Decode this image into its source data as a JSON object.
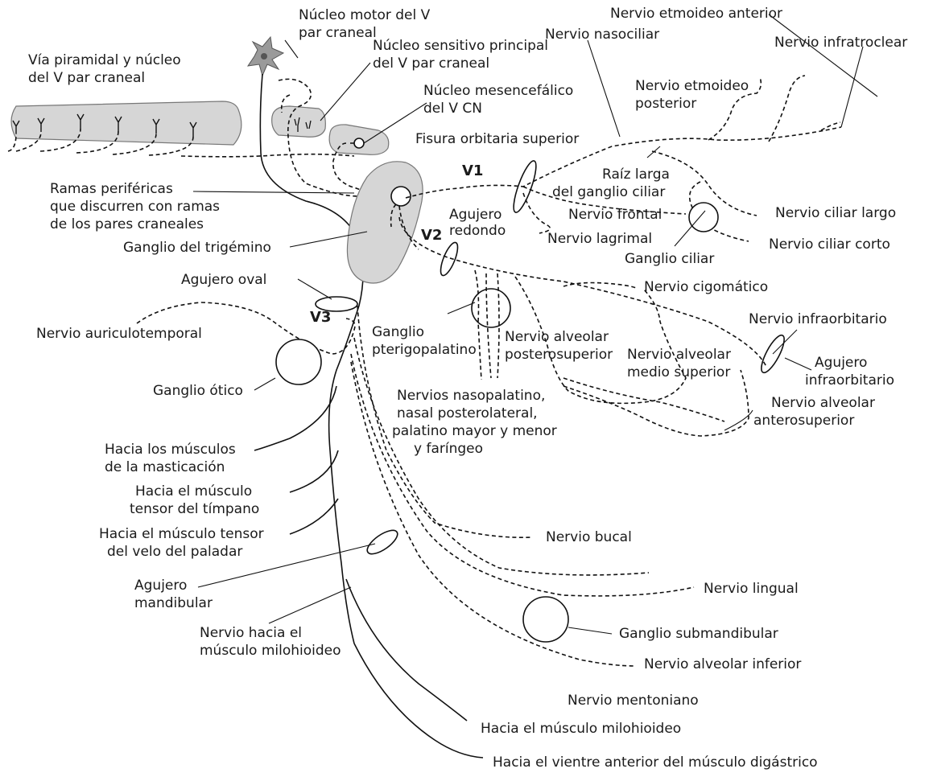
{
  "labels": {
    "nucleo_motor": [
      "Núcleo motor del V",
      "par craneal"
    ],
    "via_piramidal": [
      "Vía piramidal y núcleo",
      "del V par craneal"
    ],
    "nucleo_sensitivo": [
      "Núcleo sensitivo principal",
      "del V par craneal"
    ],
    "nucleo_mesencefalico": [
      "Núcleo mesencefálico",
      "del V CN"
    ],
    "nervio_etmoideo_anterior": "Nervio etmoideo anterior",
    "nervio_nasociliar": "Nervio nasociliar",
    "nervio_infratroclear": "Nervio infratroclear",
    "nervio_etmoideo_posterior": [
      "Nervio etmoideo",
      "posterior"
    ],
    "fisura_orbitaria": "Fisura orbitaria superior",
    "v1": "V1",
    "v2": "V2",
    "v3": "V3",
    "raiz_larga": [
      "Raíz larga",
      "del ganglio ciliar"
    ],
    "ramas_perifericas": [
      "Ramas periféricas",
      "que discurren con ramas",
      "de los pares craneales"
    ],
    "nervio_ciliar_largo": "Nervio ciliar largo",
    "nervio_frontal": "Nervio frontal",
    "agujero_redondo": [
      "Agujero",
      "redondo"
    ],
    "nervio_lagrimal": "Nervio lagrimal",
    "nervio_ciliar_corto": "Nervio ciliar corto",
    "ganglio_trigemino": "Ganglio del trigémino",
    "ganglio_ciliar": "Ganglio ciliar",
    "agujero_oval": "Agujero oval",
    "nervio_cigomatico": "Nervio cigomático",
    "nervio_infraorbitario": "Nervio infraorbitario",
    "nervio_auriculotemporal": "Nervio auriculotemporal",
    "ganglio_pterigopalatino": [
      "Ganglio",
      "pterigopalatino"
    ],
    "nervio_alveolar_posterosuperior": [
      "Nervio alveolar",
      "posterosuperior"
    ],
    "nervio_alveolar_medio": [
      "Nervio alveolar",
      "medio superior"
    ],
    "agujero_infraorbitario": [
      "Agujero",
      "infraorbitario"
    ],
    "ganglio_otico": "Ganglio ótico",
    "nervios_nasopalatino": [
      "Nervios nasopalatino,",
      "nasal posterolateral,",
      "palatino mayor y menor",
      "y faríngeo"
    ],
    "nervio_alveolar_anterosuperior": [
      "Nervio alveolar",
      "anterosuperior"
    ],
    "musculos_masticacion": [
      "Hacia los músculos",
      "de la masticación"
    ],
    "tensor_timpano": [
      "Hacia el músculo",
      "tensor del tímpano"
    ],
    "tensor_velo": [
      "Hacia el músculo tensor",
      "del velo del paladar"
    ],
    "nervio_bucal": "Nervio bucal",
    "agujero_mandibular": [
      "Agujero",
      "mandibular"
    ],
    "nervio_lingual": "Nervio lingual",
    "nervio_milohioideo": [
      "Nervio hacia el",
      "músculo milohioideo"
    ],
    "ganglio_submandibular": "Ganglio submandibular",
    "nervio_alveolar_inferior": "Nervio alveolar inferior",
    "nervio_mentoniano": "Nervio mentoniano",
    "hacia_milohioideo": "Hacia el músculo milohioideo",
    "hacia_digastrico": "Hacia el vientre anterior del músculo digástrico"
  }
}
